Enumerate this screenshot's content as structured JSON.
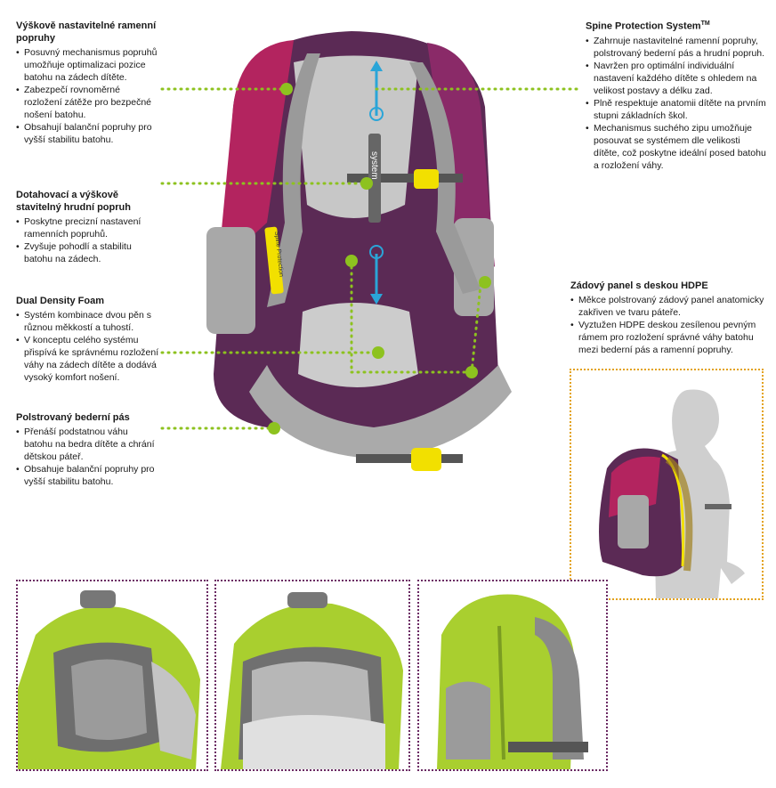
{
  "left_blocks": [
    {
      "title": "Výškově nastavitelné ramenní popruhy",
      "items": [
        "Posuvný mechanismus popruhů umožňuje optimalizaci pozice batohu na zádech dítěte.",
        "Zabezpečí rovnoměrné rozložení zátěže pro bezpečné nošení batohu.",
        "Obsahují balanční popruhy pro vyšší stabilitu batohu."
      ]
    },
    {
      "title": "Dotahovací a výškově stavitelný hrudní popruh",
      "items": [
        "Poskytne precizní nastavení ramenních popruhů.",
        "Zvyšuje pohodlí a stabilitu batohu na zádech."
      ]
    },
    {
      "title": "Dual Density Foam",
      "items": [
        "Systém kombinace dvou pěn s různou měkkostí a tuhostí.",
        "V konceptu celého systému přispívá ke správnému rozložení váhy na zádech dítěte a dodává vysoký komfort nošení."
      ]
    },
    {
      "title": "Polstrovaný bederní pás",
      "items": [
        "Přenáší podstatnou váhu batohu na bedra dítěte a chrání dětskou páteř.",
        "Obsahuje balanční popruhy pro vyšší stabilitu batohu."
      ]
    }
  ],
  "right_blocks": [
    {
      "title": "Spine Protection System",
      "title_sup": "TM",
      "items": [
        "Zahrnuje nastavitelné ramenní popruhy, polstrovaný bederní pás a hrudní popruh.",
        "Navržen pro optimální individuální nastavení každého dítěte s ohledem na velikost postavy a délku zad.",
        "Plně respektuje anatomii dítěte na prvním stupni základních škol.",
        "Mechanismus suchého zipu umožňuje posouvat se systémem dle velikosti dítěte, což poskytne ideální posed batohu a rozložení váhy."
      ]
    },
    {
      "title": "Zádový panel s deskou HDPE",
      "title_sup": "",
      "items": [
        "Měkce polstrovaný zádový panel anatomicky zakřiven ve tvaru páteře.",
        "Vyztužen HDPE deskou zesílenou pevným rámem pro rozložení správné váhy batohu mezi bederní pás a ramenní popruhy."
      ]
    }
  ],
  "strap_label": "Spine Protection",
  "spine_label": "system",
  "colors": {
    "accent_green": "#8dc21f",
    "bag_purple": "#5b2a55",
    "bag_pink": "#b3245f",
    "frame_purple": "#6b2a63",
    "frame_orange": "#e3a21a",
    "arrow_blue": "#2aa5d8",
    "lime": "#a9cf2f"
  }
}
